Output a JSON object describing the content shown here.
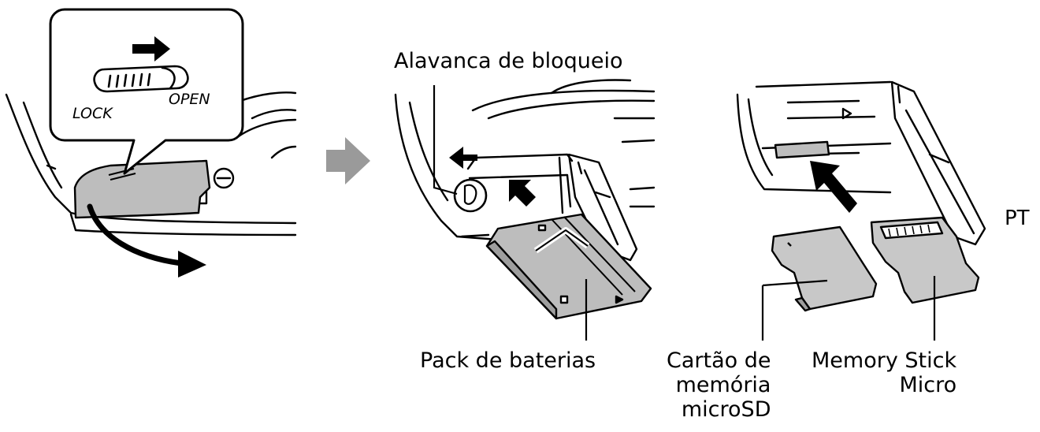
{
  "switch": {
    "lock": "LOCK",
    "open": "OPEN"
  },
  "labels": {
    "lock_lever": "Alavanca de bloqueio",
    "battery_pack": "Pack de baterias",
    "microsd": [
      "Cartão de",
      "memória",
      "microSD"
    ],
    "memory_stick": [
      "Memory Stick",
      "Micro"
    ],
    "language": "PT"
  },
  "colors": {
    "line": "#000000",
    "cover_gray": "#bdbdbd",
    "step_arrow": "#9a9a9a",
    "card_gray": "#c8c8c8"
  }
}
